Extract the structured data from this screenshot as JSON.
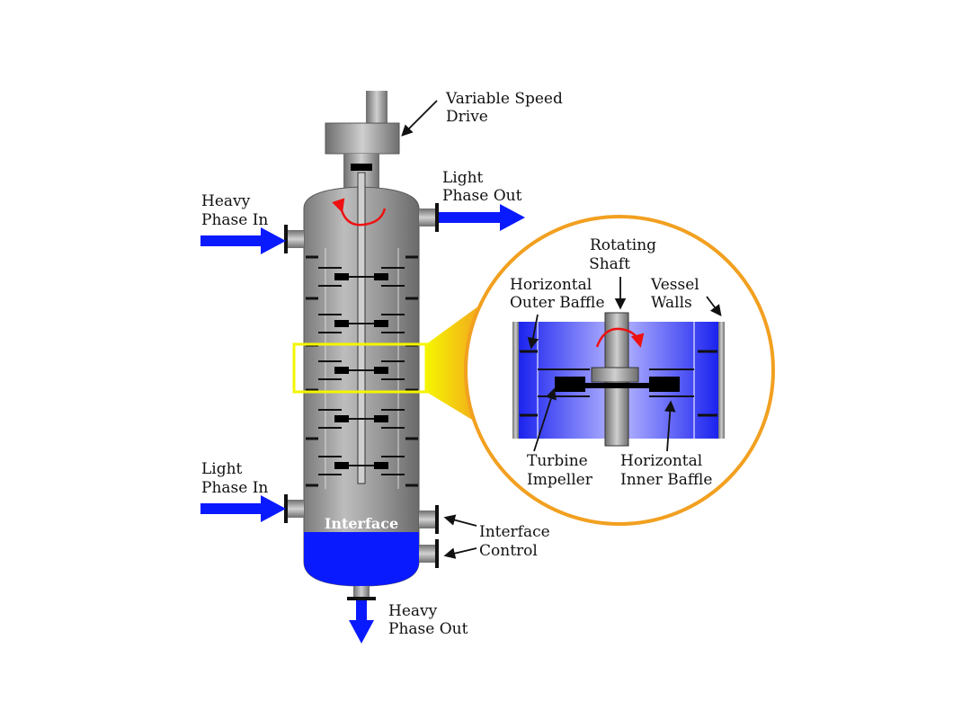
{
  "labels": {
    "drive_1": "Variable Speed",
    "drive_2": "Drive",
    "light_out_1": "Light",
    "light_out_2": "Phase Out",
    "heavy_in_1": "Heavy",
    "heavy_in_2": "Phase In",
    "light_in_1": "Light",
    "light_in_2": "Phase In",
    "interface": "Interface",
    "interface_ctrl_1": "Interface",
    "interface_ctrl_2": "Control",
    "heavy_out_1": "Heavy",
    "heavy_out_2": "Phase Out",
    "shaft_1": "Rotating",
    "shaft_2": "Shaft",
    "outer_baffle_1": "Horizontal",
    "outer_baffle_2": "Outer Baffle",
    "walls_1": "Vessel",
    "walls_2": "Walls",
    "impeller_1": "Turbine",
    "impeller_2": "Impeller",
    "inner_baffle_1": "Horizontal",
    "inner_baffle_2": "Inner Baffle"
  },
  "colors": {
    "flow": "#0a1aff",
    "heavy_phase": "#0a1aff",
    "rotation": "#ee1111",
    "highlight": "#f5f500",
    "callout_ring": "#f2a020",
    "vessel_gray": "#8c8c8c"
  },
  "icons": {
    "flow_arrow": "arrow-icon",
    "rotation": "rotation-arrow-icon"
  }
}
